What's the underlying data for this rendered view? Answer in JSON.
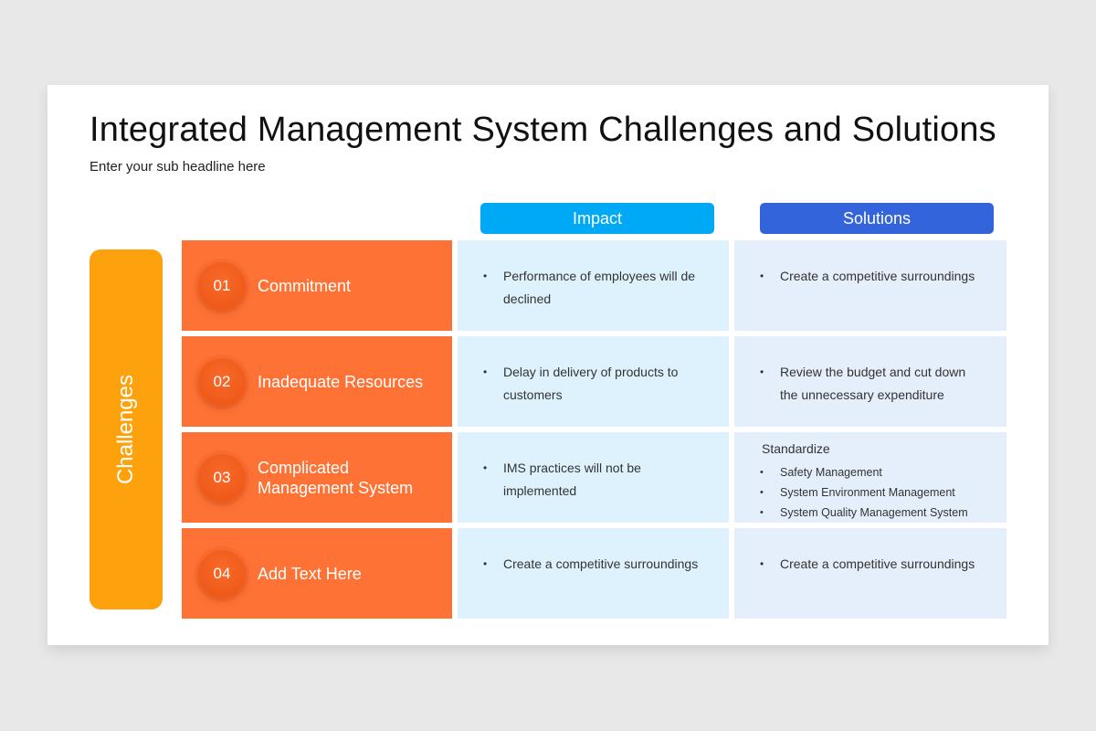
{
  "slide": {
    "title": "Integrated Management System Challenges and Solutions",
    "subtitle": "Enter your sub headline here"
  },
  "colors": {
    "challenges_side": "#fda20c",
    "challenge_cell": "#fe7236",
    "impact_header": "#00a9f6",
    "solutions_header": "#3364db",
    "impact_cell": "#def2fd",
    "solutions_cell": "#e5eefb"
  },
  "headers": {
    "side": "Challenges",
    "impact": "Impact",
    "solutions": "Solutions"
  },
  "rows": [
    {
      "number": "01",
      "challenge": "Commitment",
      "impact": [
        "Performance of employees will de declined"
      ],
      "solutions": [
        "Create a competitive surroundings"
      ]
    },
    {
      "number": "02",
      "challenge": "Inadequate Resources",
      "impact": [
        "Delay in delivery of products to customers"
      ],
      "solutions": [
        "Review the budget and cut down the unnecessary  expenditure"
      ]
    },
    {
      "number": "03",
      "challenge": "Complicated Management System",
      "impact": [
        "IMS practices will not be implemented"
      ],
      "solutions_heading": "Standardize",
      "solutions": [
        "Safety Management",
        "System Environment Management",
        "System Quality Management System"
      ]
    },
    {
      "number": "04",
      "challenge": "Add Text Here",
      "impact": [
        "Create a competitive surroundings"
      ],
      "solutions": [
        "Create a competitive surroundings"
      ]
    }
  ]
}
